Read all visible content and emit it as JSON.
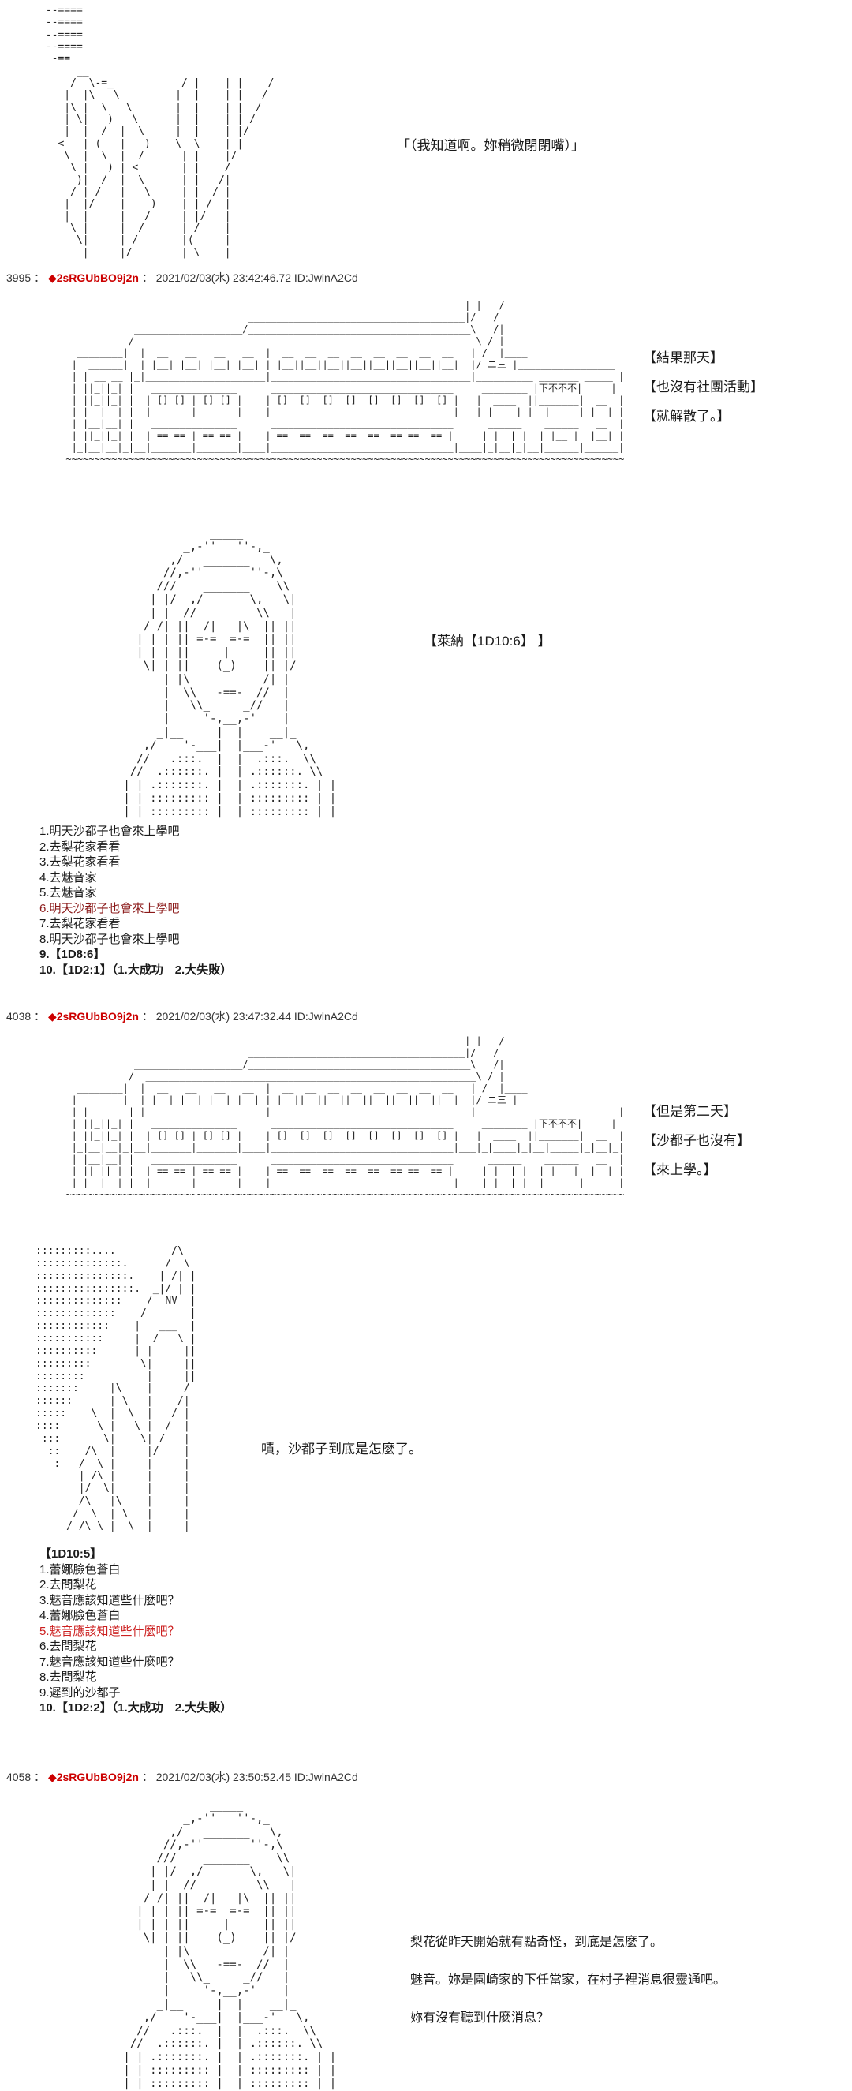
{
  "colors": {
    "tripcode_red": "#cc0000",
    "body_text": "#1a1a1a",
    "meta_text": "#333333",
    "dice_red": "#cc2020",
    "dice_darkred": "#8b1a1a"
  },
  "intro": {
    "aa": " --====\n --====\n --====\n --====\n  -==\n      __\n     /  \\-=_           / |    | |    /\n    |  |\\   \\         |  |    | |   /\n    |\\ |  \\   \\       |  |    | |  /\n    | \\|   )   \\      |  |    | | /\n    |  |  /  |  \\     |  |    | |/\n   <   | (   |   )    \\  \\    | |\n    \\  |  \\  |  /      | |    |/\n     \\ |   ) | <       | |    /\n      )|  /  |  \\      | |   /|\n     / | /   |   \\     | |  / |\n    |  |/    |    )    | | /  |\n    |  |     |   /     | |/   |\n     \\ |     |  /      | /    |\n      \\|     | /       |(     |\n       |     |/        | \\    |",
    "dialogue": "「（我知道啊。妳稍微閉閉嘴）」"
  },
  "aa": {
    "school": "                                                                            | |   /\n                                      ______________________________________|/   /\n                  ___________________/_______________________________________\\   /|\n                 /  __________________________________________________________\\ / |\n        ________|  |  __   __   __   __  |  __  __  __  __  __  __  __  __   | /  |____\n       |  ______|  | |__| |__| |__| |__| | |__||__||__||__||__||__||__||__|  |/ ニ三 |_________________\n       | | __ __ |_|_____________________|___________________________________|__________ _______ _____ |\n       | ||_||_| |   _______________      ________________________________     ________ |下不不不|     |\n       | ||_||_| |  | [] [] | [] [] |    | []  []  []  []  []  []  []  [] |   |  ____  ||_______|  __  |\n       |_|__|__|_|__|_______|_______|____|________________________________|___|_|____|_|__|_____|_|__|_|\n       | |__|__| |   _______________      ________________________________      ______    ______   __  |\n       | ||_||_| |  | == == | == == |    | ==  ==  ==  ==  ==  == ==  == |     | |  | |  | |__ |  |__| |\n       |_|__|__|_|__|_______|_______|____|________________________________|____|_|__|_|__|______|______|\n      ~~~~~~~~~~~~~~~~~~~~~~~~~~~~~~~~~~~~~~~~~~~~~~~~~~~~~~~~~~~~~~~~~~~~~~~~~~~~~~~~~~~~~~~~~~~~~~~~~~",
    "face": "              _____\n          _,-''   ''-,_\n        ,/   _______   \\,\n       //,-''       ''-,\\\n      ///    _______    \\\\\n     | |/  ,/       \\,   \\|\n     | |  //  _   _  \\\\   |\n    / /| ||  /|   |\\  || ||\n   | | | || =-=  =-=  || ||\n   | | | ||     |     || ||\n    \\| | ||    (_)    || |/\n       | |\\           /| |\n       |  \\\\   -==-  //  |\n       |   \\\\_     _//   |\n       |     '-,__,-'    |\n      _|__     |  |    __|_\n    ,/    '-___|  |___-'   \\,\n   //   .:::.  |  |  .:::.  \\\\\n  //  .::::::. |  | .::::::. \\\\\n | | .:::::::. |  | .:::::::. | |\n | | ::::::::: |  | ::::::::: | |\n | | ::::::::: |  | ::::::::: | |",
    "profile": ":::::::::....         /\\\n::::::::::::::.      /  \\\n:::::::::::::::.    | /| |\n::::::::::::::::.  _|/ | |\n::::::::::::::    /  NV  |\n:::::::::::::    /       |\n::::::::::::    |   ___  |\n:::::::::::     |  /   \\ |\n::::::::::      | |     ||\n:::::::::        \\|     ||\n::::::::          |     ||\n:::::::     |\\    |     /\n::::::      | \\   |    /|\n:::::    \\  |  \\  |   / |\n::::      \\ |   \\ |  /  |\n :::       \\|    \\| /   |\n  ::    /\\  |     |/    |\n   :   /  \\ |     |     |\n       | /\\ |     |     |\n       |/  \\|     |     |\n       /\\   |\\    |     |\n      /  \\  | \\   |     |\n     / /\\ \\ |  \\  |     |"
  },
  "post1": {
    "number": "3995",
    "sep1": "：",
    "trip": "◆2sRGUbBO9j2n",
    "sep2": "：",
    "datetime": "2021/02/03(水) 23:42:46.72",
    "id": "ID:JwlnA2Cd",
    "captions": [
      "【結果那天】",
      "【也沒有社團活動】",
      "【就解散了。】"
    ],
    "leon_caption": "【萊納【1D10:6】 】",
    "options": [
      {
        "text": "1.明天沙都子也會來上學吧"
      },
      {
        "text": "2.去梨花家看看"
      },
      {
        "text": "3.去梨花家看看"
      },
      {
        "text": "4.去魅音家"
      },
      {
        "text": "5.去魅音家"
      },
      {
        "text": "6.明天沙都子也會來上學吧",
        "color": "#8b1a1a"
      },
      {
        "text": "7.去梨花家看看"
      },
      {
        "text": "8.明天沙都子也會來上學吧"
      },
      {
        "text": "9.【1D8:6】"
      },
      {
        "text": "10.【1D2:1】（1.大成功　2.大失敗）"
      }
    ]
  },
  "post2": {
    "number": "4038",
    "sep1": "：",
    "trip": "◆2sRGUbBO9j2n",
    "sep2": "：",
    "datetime": "2021/02/03(水) 23:47:32.44",
    "id": "ID:JwlnA2Cd",
    "captions": [
      "【但是第二天】",
      "【沙都子也沒有】",
      "【來上學。】"
    ],
    "speech": "嘖，沙都子到底是怎麼了。",
    "dice_header": "【1D10:5】",
    "options": [
      {
        "text": "1.蕾娜臉色蒼白"
      },
      {
        "text": "2.去問梨花"
      },
      {
        "text": "3.魅音應該知道些什麼吧？"
      },
      {
        "text": "4.蕾娜臉色蒼白"
      },
      {
        "text": "5.魅音應該知道些什麼吧？",
        "color": "#cc2020"
      },
      {
        "text": "6.去問梨花"
      },
      {
        "text": "7.魅音應該知道些什麼吧？"
      },
      {
        "text": "8.去問梨花"
      },
      {
        "text": "9.遲到的沙都子"
      },
      {
        "text": "10.【1D2:2】（1.大成功　2.大失敗）"
      }
    ]
  },
  "post3": {
    "number": "4058",
    "sep1": "：",
    "trip": "◆2sRGUbBO9j2n",
    "sep2": "：",
    "datetime": "2021/02/03(水) 23:50:52.45",
    "id": "ID:JwlnA2Cd",
    "speech_lines": [
      "梨花從昨天開始就有點奇怪，到底是怎麼了。",
      "魅音。妳是園崎家的下任當家，在村子裡消息很靈通吧。",
      "妳有沒有聽到什麼消息？"
    ]
  }
}
